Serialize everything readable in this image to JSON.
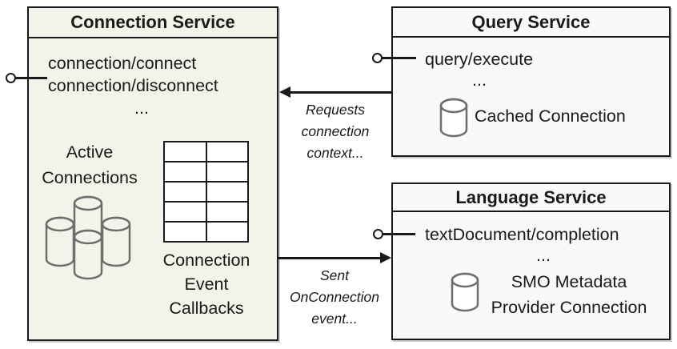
{
  "colors": {
    "connection_fill": "#f2f4e9",
    "service_fill": "#f8f9fa",
    "line": "#1a1a1a",
    "icon_stroke": "#6e6e6e"
  },
  "connection_service": {
    "title": "Connection Service",
    "methods": [
      "connection/connect",
      "connection/disconnect"
    ],
    "ellipsis": "...",
    "active_connections": [
      "Active",
      "Connections"
    ],
    "callbacks": [
      "Connection",
      "Event",
      "Callbacks"
    ]
  },
  "query_service": {
    "title": "Query Service",
    "methods": [
      "query/execute"
    ],
    "ellipsis": "...",
    "cached_connection": "Cached Connection"
  },
  "language_service": {
    "title": "Language Service",
    "methods": [
      "textDocument/completion"
    ],
    "ellipsis": "...",
    "smo": [
      "SMO Metadata",
      "Provider Connection"
    ]
  },
  "arrows": {
    "requests_label": [
      "Requests",
      "connection",
      "context..."
    ],
    "sent_label": [
      "Sent",
      "OnConnection",
      "event..."
    ]
  }
}
